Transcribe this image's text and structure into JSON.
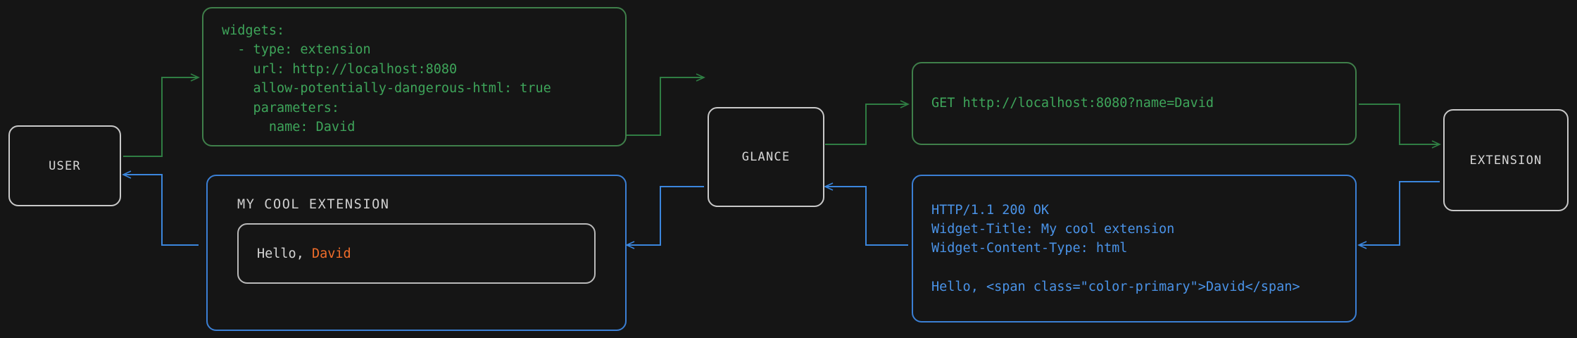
{
  "theme": {
    "background": "#151515",
    "node_border": "#c9c9c9",
    "node_text": "#d7d7d7",
    "green": "#3ea55a",
    "green_border": "#3f7f4a",
    "blue": "#4a93e8",
    "blue_border": "#3b7fd4",
    "accent_orange": "#f06d2a",
    "widget_text": "#d5d5d5"
  },
  "nodes": {
    "user": {
      "label": "USER"
    },
    "glance": {
      "label": "GLANCE"
    },
    "extension": {
      "label": "EXTENSION"
    }
  },
  "boxes": {
    "config_yaml": {
      "color": "green",
      "text": "widgets:\n  - type: extension\n    url: http://localhost:8080\n    allow-potentially-dangerous-html: true\n    parameters:\n      name: David"
    },
    "http_request": {
      "color": "green",
      "text": "GET http://localhost:8080?name=David"
    },
    "http_response": {
      "color": "blue",
      "text": "HTTP/1.1 200 OK\nWidget-Title: My cool extension\nWidget-Content-Type: html\n\nHello, <span class=\"color-primary\">David</span>"
    },
    "rendered_widget": {
      "color": "blue",
      "title": "MY COOL EXTENSION",
      "greeting_prefix": "Hello, ",
      "greeting_name": "David"
    }
  },
  "flow": {
    "request_color": "#3ea55a",
    "response_color": "#4a93e8",
    "edges": [
      {
        "from": "user",
        "to": "config_yaml",
        "direction": "right",
        "color": "#3ea55a"
      },
      {
        "from": "config_yaml",
        "to": "glance",
        "direction": "right",
        "color": "#3ea55a"
      },
      {
        "from": "glance",
        "to": "http_request",
        "direction": "right",
        "color": "#3ea55a"
      },
      {
        "from": "http_request",
        "to": "extension",
        "direction": "right",
        "color": "#3ea55a"
      },
      {
        "from": "extension",
        "to": "http_response",
        "direction": "left",
        "color": "#4a93e8"
      },
      {
        "from": "http_response",
        "to": "glance",
        "direction": "left",
        "color": "#4a93e8"
      },
      {
        "from": "glance",
        "to": "rendered_widget",
        "direction": "left",
        "color": "#4a93e8"
      },
      {
        "from": "rendered_widget",
        "to": "user",
        "direction": "left",
        "color": "#4a93e8"
      }
    ]
  }
}
